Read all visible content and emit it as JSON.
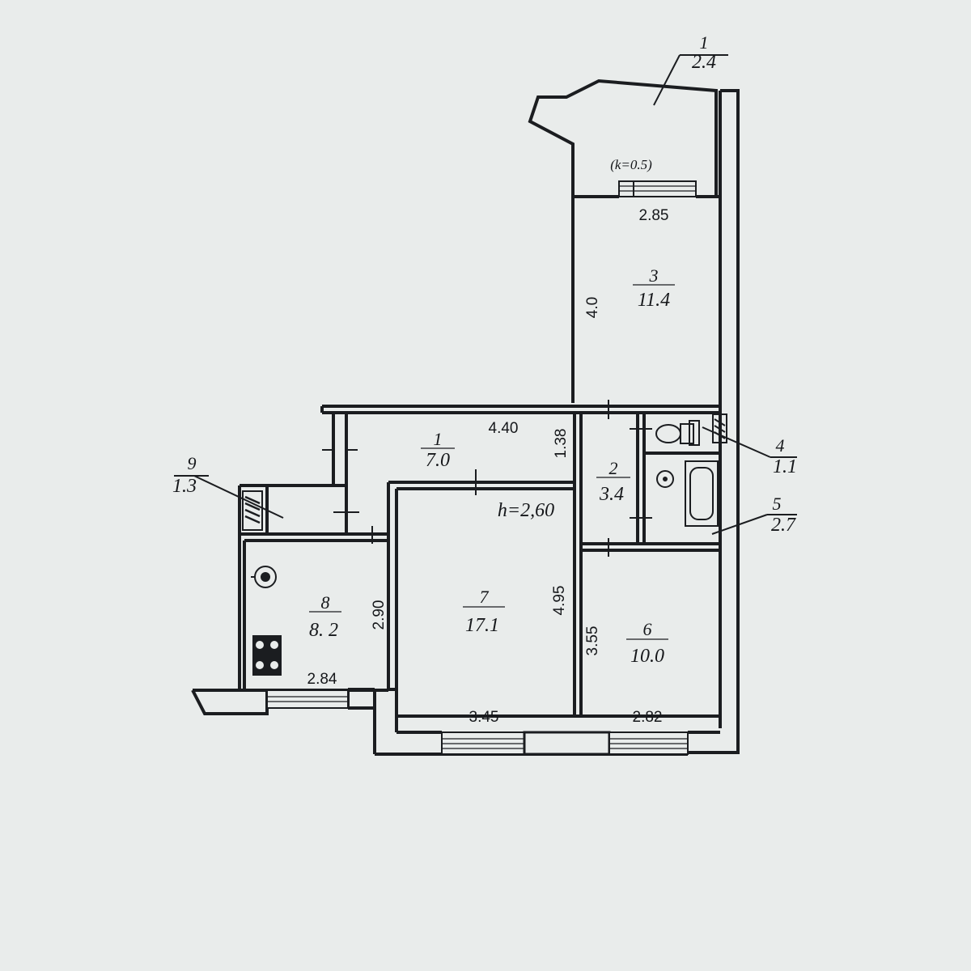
{
  "plan": {
    "ceiling_height": "h=2,60",
    "balcony_coefficient": "(k=0.5)",
    "rooms": [
      {
        "number": "1",
        "area": "7.0"
      },
      {
        "number": "2",
        "area": "3.4"
      },
      {
        "number": "3",
        "area": "11.4"
      },
      {
        "number": "4",
        "area": "1.1"
      },
      {
        "number": "5",
        "area": "2.7"
      },
      {
        "number": "6",
        "area": "10.0"
      },
      {
        "number": "7",
        "area": "17.1"
      },
      {
        "number": "8",
        "area": "8. 2"
      },
      {
        "number": "9",
        "area": "1.3"
      },
      {
        "number": "1",
        "area": "2.4"
      }
    ],
    "dimensions": {
      "balcony_width": "2.85",
      "room3_length": "4.0",
      "hall_width": "4.40",
      "hall_depth": "1.38",
      "room8_length": "2.90",
      "room8_width": "2.84",
      "room7_length": "4.95",
      "room7_width": "3.45",
      "room6_length": "3.55",
      "room6_width": "2.82"
    },
    "icons": {
      "wc": "toilet-icon",
      "basin": "sink-icon",
      "bath": "bathtub-icon",
      "stove": "stove-icon",
      "gas_meter": "boiler-icon",
      "ducts": "ventilation-duct-icon"
    }
  }
}
